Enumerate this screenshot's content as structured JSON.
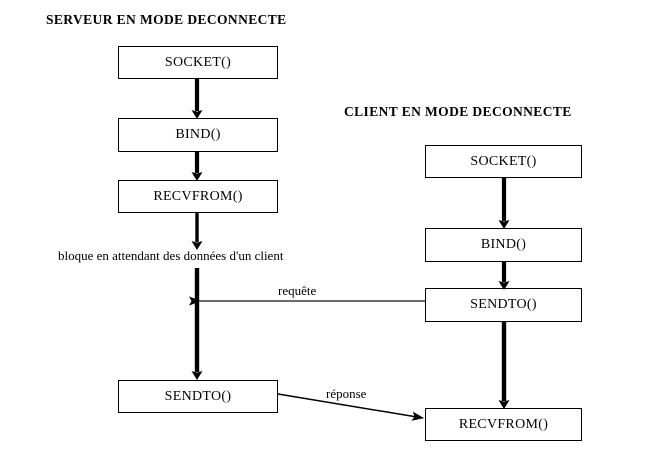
{
  "diagram": {
    "server": {
      "title": "SERVEUR EN MODE DECONNECTE",
      "nodes": [
        {
          "label": "SOCKET()"
        },
        {
          "label": "BIND()"
        },
        {
          "label": "RECVFROM()"
        },
        {
          "label": "SENDTO()"
        }
      ],
      "note": "bloque en attendant des données d'un client"
    },
    "client": {
      "title": "CLIENT EN MODE DECONNECTE",
      "nodes": [
        {
          "label": "SOCKET()"
        },
        {
          "label": "BIND()"
        },
        {
          "label": "SENDTO()"
        },
        {
          "label": "RECVFROM()"
        }
      ]
    },
    "edges": [
      {
        "label": "requête",
        "from": "client-sendto",
        "to": "server-blocking",
        "direction": "left"
      },
      {
        "label": "réponse",
        "from": "server-sendto",
        "to": "client-recvfrom",
        "direction": "right"
      }
    ],
    "colors": {
      "stroke": "#000000",
      "background": "#ffffff",
      "text": "#000000",
      "thin_stroke": "#3a3a3a"
    }
  }
}
